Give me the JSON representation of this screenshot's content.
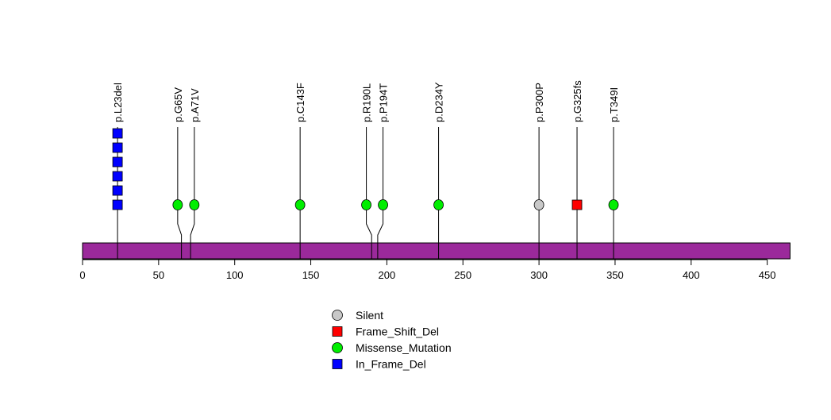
{
  "chart_data": {
    "type": "lollipop",
    "title": "",
    "xlabel": "",
    "ylabel": "",
    "xlim": [
      0,
      465
    ],
    "x_ticks": [
      0,
      50,
      100,
      150,
      200,
      250,
      300,
      350,
      400,
      450
    ],
    "protein_length": 465,
    "colors": {
      "protein_bar": "#9B299B",
      "Silent": "#C8C8C8",
      "Frame_Shift_Del": "#FF0000",
      "Missense_Mutation": "#00EE00",
      "In_Frame_Del": "#0000FF"
    },
    "mutations": [
      {
        "label": "p.L23del",
        "position": 23,
        "type": "In_Frame_Del",
        "count": 6,
        "shape": "square"
      },
      {
        "label": "p.G65V",
        "position": 65,
        "type": "Missense_Mutation",
        "count": 1,
        "shape": "circle"
      },
      {
        "label": "p.A71V",
        "position": 71,
        "type": "Missense_Mutation",
        "count": 1,
        "shape": "circle"
      },
      {
        "label": "p.C143F",
        "position": 143,
        "type": "Missense_Mutation",
        "count": 1,
        "shape": "circle"
      },
      {
        "label": "p.R190L",
        "position": 190,
        "type": "Missense_Mutation",
        "count": 1,
        "shape": "circle"
      },
      {
        "label": "p.P194T",
        "position": 194,
        "type": "Missense_Mutation",
        "count": 1,
        "shape": "circle"
      },
      {
        "label": "p.D234Y",
        "position": 234,
        "type": "Missense_Mutation",
        "count": 1,
        "shape": "circle"
      },
      {
        "label": "p.P300P",
        "position": 300,
        "type": "Silent",
        "count": 1,
        "shape": "circle"
      },
      {
        "label": "p.G325fs",
        "position": 325,
        "type": "Frame_Shift_Del",
        "count": 1,
        "shape": "square"
      },
      {
        "label": "p.T349I",
        "position": 349,
        "type": "Missense_Mutation",
        "count": 1,
        "shape": "circle"
      }
    ],
    "legend": [
      {
        "label": "Silent",
        "shape": "circle"
      },
      {
        "label": "Frame_Shift_Del",
        "shape": "square"
      },
      {
        "label": "Missense_Mutation",
        "shape": "circle"
      },
      {
        "label": "In_Frame_Del",
        "shape": "square"
      }
    ],
    "legend_position": "bottom-center"
  }
}
